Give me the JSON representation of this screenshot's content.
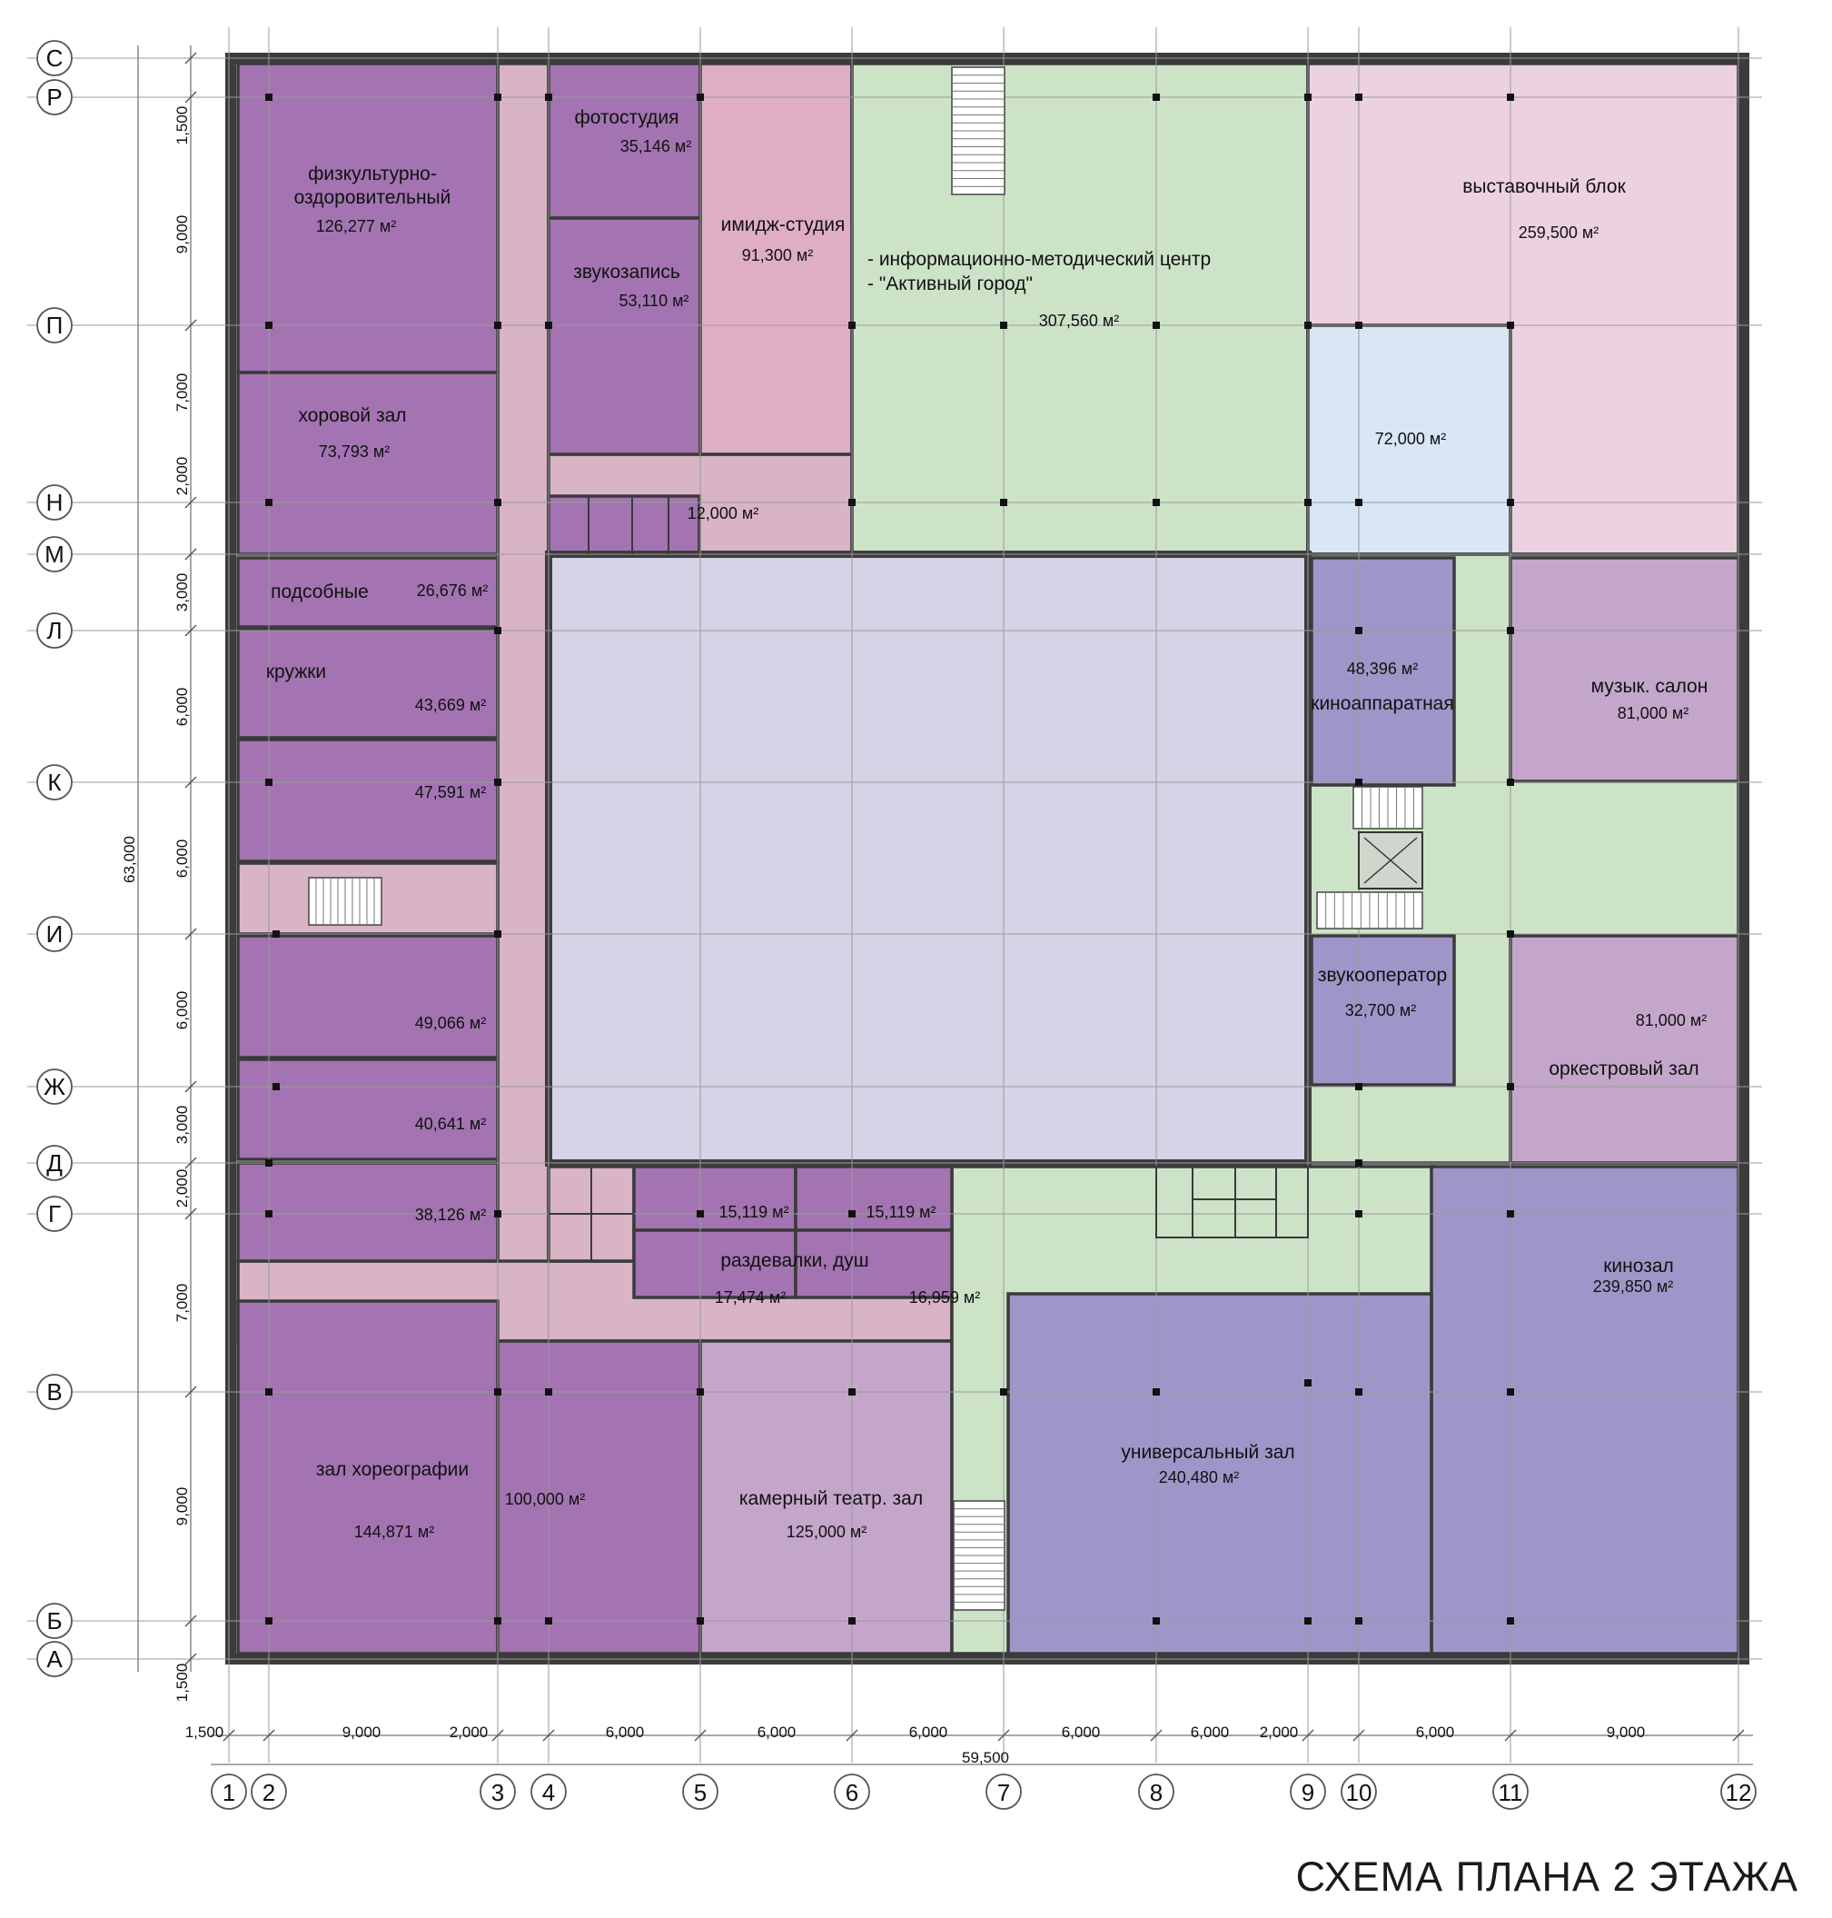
{
  "title": "СХЕМА ПЛАНА 2 ЭТАЖА",
  "colors": {
    "violet": "#a374b1",
    "pink": "#dfaec4",
    "corridor_pink": "#d8b4c4",
    "green": "#cde3c8",
    "light_pink": "#ecd1e0",
    "light_blue": "#d8e6f5",
    "lavender": "#d8d2e6",
    "blue_violet": "#a095c8",
    "mauve": "#c4a6ca",
    "wall": "#3c3c3c"
  },
  "rooms": [
    {
      "id": "fitness",
      "name1": "физкультурно-",
      "name2": "оздоровительный",
      "area": "126,277 м²"
    },
    {
      "id": "choir",
      "name1": "хоровой зал",
      "area": "73,793 м²"
    },
    {
      "id": "utility",
      "name1": "подсобные",
      "area": "26,676 м²"
    },
    {
      "id": "clubs",
      "name1": "кружки",
      "area": "43,669 м²"
    },
    {
      "id": "room-k",
      "area": "47,591 м²"
    },
    {
      "id": "room-zh1",
      "area": "49,066 м²"
    },
    {
      "id": "room-zh2",
      "area": "40,641 м²"
    },
    {
      "id": "room-g",
      "area": "38,126 м²"
    },
    {
      "id": "choreo",
      "name1": "зал хореографии",
      "area": "144,871 м²"
    },
    {
      "id": "room-100",
      "area": "100,000 м²"
    },
    {
      "id": "chamber",
      "name1": "камерный театр. зал",
      "area": "125,000 м²"
    },
    {
      "id": "photo",
      "name1": "фотостудия",
      "area": "35,146 м²"
    },
    {
      "id": "sound-rec",
      "name1": "звукозапись",
      "area": "53,110 м²"
    },
    {
      "id": "image",
      "name1": "имидж-студия",
      "area": "91,300 м²"
    },
    {
      "id": "small-12",
      "area": "12,000 м²"
    },
    {
      "id": "info",
      "name1": "- информационно-методический центр",
      "name2": "- \"Активный город\"",
      "area": "307,560 м²"
    },
    {
      "id": "exhibit",
      "name1": "выставочный блок",
      "area": "259,500 м²"
    },
    {
      "id": "room-72",
      "area": "72,000 м²"
    },
    {
      "id": "projection",
      "name1": "киноаппаратная",
      "area": "48,396 м²"
    },
    {
      "id": "music",
      "name1": "музык. салон",
      "area": "81,000 м²"
    },
    {
      "id": "soundop",
      "name1": "звукооператор",
      "area": "32,700 м²"
    },
    {
      "id": "orchestra",
      "name1": "оркестровый зал",
      "area": "81,000 м²"
    },
    {
      "id": "cinema",
      "name1": "кинозал",
      "area": "239,850 м²"
    },
    {
      "id": "universal",
      "name1": "универсальный зал",
      "area": "240,480 м²"
    },
    {
      "id": "change-a",
      "area": "15,119 м²"
    },
    {
      "id": "change-b",
      "area": "15,119 м²"
    },
    {
      "id": "changing",
      "name1": "раздевалки, душ",
      "area": "17,474 м²"
    },
    {
      "id": "change-d",
      "area": "16,959 м²"
    }
  ],
  "axes_x": [
    "1",
    "2",
    "3",
    "4",
    "5",
    "6",
    "7",
    "8",
    "9",
    "10",
    "11",
    "12"
  ],
  "axes_y": [
    "С",
    "Р",
    "П",
    "Н",
    "М",
    "Л",
    "К",
    "И",
    "Ж",
    "Д",
    "Г",
    "В",
    "Б",
    "А"
  ],
  "dims_x": [
    "1,500",
    "9,000",
    "2,000",
    "6,000",
    "6,000",
    "6,000",
    "6,000",
    "6,000",
    "2,000",
    "6,000",
    "9,000"
  ],
  "dims_y": [
    "1,500",
    "9,000",
    "7,000",
    "2,000",
    "3,000",
    "6,000",
    "6,000",
    "6,000",
    "3,000",
    "2,000",
    "7,000",
    "9,000",
    "1,500"
  ],
  "total_x": "59,500",
  "total_y": "63,000"
}
